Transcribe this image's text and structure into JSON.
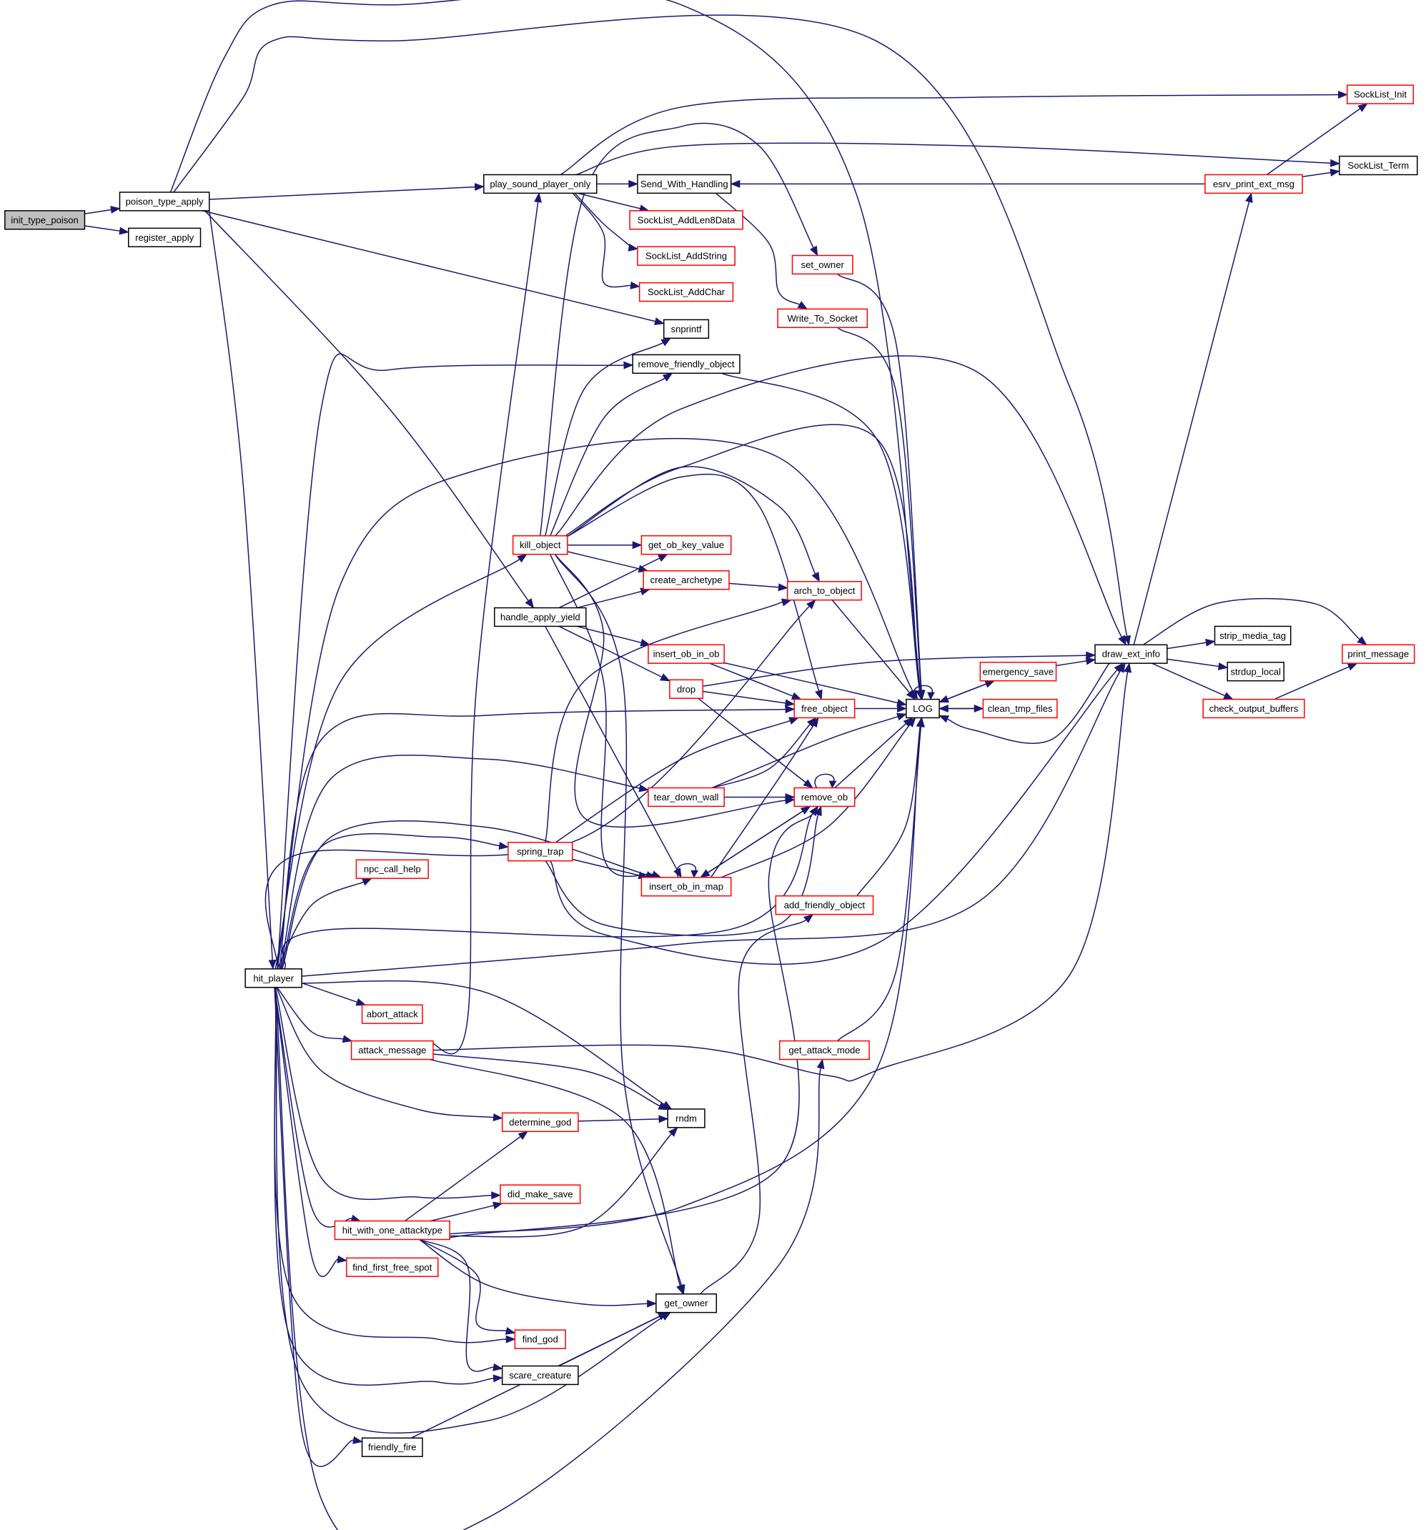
{
  "diagram": {
    "type": "call-graph",
    "root": "init_type_poison",
    "colors": {
      "edge": "#191970",
      "node_border": "#000000",
      "node_border_truncated": "#ff0000",
      "root_fill": "#bfbfbf",
      "background": "#ffffff"
    },
    "nodes": [
      {
        "id": "init_type_poison",
        "label": "init_type_poison",
        "style": "root"
      },
      {
        "id": "poison_type_apply",
        "label": "poison_type_apply",
        "style": "normal"
      },
      {
        "id": "register_apply",
        "label": "register_apply",
        "style": "normal"
      },
      {
        "id": "play_sound_player_only",
        "label": "play_sound_player_only",
        "style": "normal"
      },
      {
        "id": "Send_With_Handling",
        "label": "Send_With_Handling",
        "style": "normal"
      },
      {
        "id": "SockList_AddLen8Data",
        "label": "SockList_AddLen8Data",
        "style": "red"
      },
      {
        "id": "SockList_AddString",
        "label": "SockList_AddString",
        "style": "red"
      },
      {
        "id": "SockList_AddChar",
        "label": "SockList_AddChar",
        "style": "red"
      },
      {
        "id": "set_owner",
        "label": "set_owner",
        "style": "red"
      },
      {
        "id": "Write_To_Socket",
        "label": "Write_To_Socket",
        "style": "red"
      },
      {
        "id": "snprintf",
        "label": "snprintf",
        "style": "normal"
      },
      {
        "id": "remove_friendly_object",
        "label": "remove_friendly_object",
        "style": "normal"
      },
      {
        "id": "SockList_Init",
        "label": "SockList_Init",
        "style": "red"
      },
      {
        "id": "SockList_Term",
        "label": "SockList_Term",
        "style": "normal"
      },
      {
        "id": "esrv_print_ext_msg",
        "label": "esrv_print_ext_msg",
        "style": "red"
      },
      {
        "id": "kill_object",
        "label": "kill_object",
        "style": "red"
      },
      {
        "id": "get_ob_key_value",
        "label": "get_ob_key_value",
        "style": "red"
      },
      {
        "id": "create_archetype",
        "label": "create_archetype",
        "style": "red"
      },
      {
        "id": "arch_to_object",
        "label": "arch_to_object",
        "style": "red"
      },
      {
        "id": "handle_apply_yield",
        "label": "handle_apply_yield",
        "style": "normal"
      },
      {
        "id": "insert_ob_in_ob",
        "label": "insert_ob_in_ob",
        "style": "red"
      },
      {
        "id": "drop",
        "label": "drop",
        "style": "red"
      },
      {
        "id": "free_object",
        "label": "free_object",
        "style": "red"
      },
      {
        "id": "LOG",
        "label": "LOG",
        "style": "normal"
      },
      {
        "id": "emergency_save",
        "label": "emergency_save",
        "style": "red"
      },
      {
        "id": "clean_tmp_files",
        "label": "clean_tmp_files",
        "style": "red"
      },
      {
        "id": "draw_ext_info",
        "label": "draw_ext_info",
        "style": "normal"
      },
      {
        "id": "strip_media_tag",
        "label": "strip_media_tag",
        "style": "normal"
      },
      {
        "id": "strdup_local",
        "label": "strdup_local",
        "style": "normal"
      },
      {
        "id": "check_output_buffers",
        "label": "check_output_buffers",
        "style": "red"
      },
      {
        "id": "print_message",
        "label": "print_message",
        "style": "red"
      },
      {
        "id": "tear_down_wall",
        "label": "tear_down_wall",
        "style": "red"
      },
      {
        "id": "remove_ob",
        "label": "remove_ob",
        "style": "red"
      },
      {
        "id": "spring_trap",
        "label": "spring_trap",
        "style": "red"
      },
      {
        "id": "npc_call_help",
        "label": "npc_call_help",
        "style": "red"
      },
      {
        "id": "insert_ob_in_map",
        "label": "insert_ob_in_map",
        "style": "red"
      },
      {
        "id": "add_friendly_object",
        "label": "add_friendly_object",
        "style": "red"
      },
      {
        "id": "hit_player",
        "label": "hit_player",
        "style": "normal"
      },
      {
        "id": "abort_attack",
        "label": "abort_attack",
        "style": "red"
      },
      {
        "id": "attack_message",
        "label": "attack_message",
        "style": "red"
      },
      {
        "id": "get_attack_mode",
        "label": "get_attack_mode",
        "style": "red"
      },
      {
        "id": "determine_god",
        "label": "determine_god",
        "style": "red"
      },
      {
        "id": "rndm",
        "label": "rndm",
        "style": "normal"
      },
      {
        "id": "did_make_save",
        "label": "did_make_save",
        "style": "red"
      },
      {
        "id": "hit_with_one_attacktype",
        "label": "hit_with_one_attacktype",
        "style": "red"
      },
      {
        "id": "find_first_free_spot",
        "label": "find_first_free_spot",
        "style": "red"
      },
      {
        "id": "get_owner",
        "label": "get_owner",
        "style": "normal"
      },
      {
        "id": "find_god",
        "label": "find_god",
        "style": "red"
      },
      {
        "id": "scare_creature",
        "label": "scare_creature",
        "style": "normal"
      },
      {
        "id": "friendly_fire",
        "label": "friendly_fire",
        "style": "normal"
      }
    ],
    "edges": [
      [
        "init_type_poison",
        "poison_type_apply"
      ],
      [
        "init_type_poison",
        "register_apply"
      ],
      [
        "poison_type_apply",
        "play_sound_player_only"
      ],
      [
        "poison_type_apply",
        "snprintf"
      ],
      [
        "poison_type_apply",
        "handle_apply_yield"
      ],
      [
        "poison_type_apply",
        "hit_player"
      ],
      [
        "poison_type_apply",
        "LOG"
      ],
      [
        "poison_type_apply",
        "draw_ext_info"
      ],
      [
        "play_sound_player_only",
        "Send_With_Handling"
      ],
      [
        "play_sound_player_only",
        "SockList_AddLen8Data"
      ],
      [
        "play_sound_player_only",
        "SockList_AddString"
      ],
      [
        "play_sound_player_only",
        "SockList_AddChar"
      ],
      [
        "play_sound_player_only",
        "SockList_Init"
      ],
      [
        "play_sound_player_only",
        "SockList_Term"
      ],
      [
        "Send_With_Handling",
        "Write_To_Socket"
      ],
      [
        "esrv_print_ext_msg",
        "Send_With_Handling"
      ],
      [
        "esrv_print_ext_msg",
        "SockList_Init"
      ],
      [
        "esrv_print_ext_msg",
        "SockList_Term"
      ],
      [
        "set_owner",
        "LOG"
      ],
      [
        "Write_To_Socket",
        "LOG"
      ],
      [
        "remove_friendly_object",
        "LOG"
      ],
      [
        "kill_object",
        "snprintf"
      ],
      [
        "kill_object",
        "remove_friendly_object"
      ],
      [
        "kill_object",
        "get_ob_key_value"
      ],
      [
        "kill_object",
        "create_archetype"
      ],
      [
        "kill_object",
        "arch_to_object"
      ],
      [
        "kill_object",
        "free_object"
      ],
      [
        "kill_object",
        "LOG"
      ],
      [
        "kill_object",
        "draw_ext_info"
      ],
      [
        "kill_object",
        "remove_ob"
      ],
      [
        "kill_object",
        "insert_ob_in_map"
      ],
      [
        "kill_object",
        "get_owner"
      ],
      [
        "kill_object",
        "set_owner"
      ],
      [
        "handle_apply_yield",
        "get_ob_key_value"
      ],
      [
        "handle_apply_yield",
        "create_archetype"
      ],
      [
        "handle_apply_yield",
        "insert_ob_in_ob"
      ],
      [
        "handle_apply_yield",
        "drop"
      ],
      [
        "handle_apply_yield",
        "insert_ob_in_map"
      ],
      [
        "create_archetype",
        "arch_to_object"
      ],
      [
        "arch_to_object",
        "LOG"
      ],
      [
        "insert_ob_in_ob",
        "LOG"
      ],
      [
        "insert_ob_in_ob",
        "free_object"
      ],
      [
        "drop",
        "free_object"
      ],
      [
        "drop",
        "remove_ob"
      ],
      [
        "drop",
        "draw_ext_info"
      ],
      [
        "free_object",
        "LOG"
      ],
      [
        "LOG",
        "LOG"
      ],
      [
        "LOG",
        "emergency_save"
      ],
      [
        "LOG",
        "clean_tmp_files"
      ],
      [
        "emergency_save",
        "LOG"
      ],
      [
        "emergency_save",
        "draw_ext_info"
      ],
      [
        "clean_tmp_files",
        "LOG"
      ],
      [
        "draw_ext_info",
        "LOG"
      ],
      [
        "draw_ext_info",
        "esrv_print_ext_msg"
      ],
      [
        "draw_ext_info",
        "strip_media_tag"
      ],
      [
        "draw_ext_info",
        "strdup_local"
      ],
      [
        "draw_ext_info",
        "check_output_buffers"
      ],
      [
        "draw_ext_info",
        "print_message"
      ],
      [
        "check_output_buffers",
        "print_message"
      ],
      [
        "tear_down_wall",
        "remove_ob"
      ],
      [
        "tear_down_wall",
        "free_object"
      ],
      [
        "tear_down_wall",
        "LOG"
      ],
      [
        "remove_ob",
        "remove_ob"
      ],
      [
        "remove_ob",
        "LOG"
      ],
      [
        "remove_ob",
        "insert_ob_in_map"
      ],
      [
        "spring_trap",
        "insert_ob_in_map"
      ],
      [
        "spring_trap",
        "arch_to_object"
      ],
      [
        "spring_trap",
        "free_object"
      ],
      [
        "spring_trap",
        "remove_ob"
      ],
      [
        "spring_trap",
        "draw_ext_info"
      ],
      [
        "insert_ob_in_map",
        "insert_ob_in_map"
      ],
      [
        "insert_ob_in_map",
        "LOG"
      ],
      [
        "insert_ob_in_map",
        "remove_ob"
      ],
      [
        "insert_ob_in_map",
        "free_object"
      ],
      [
        "add_friendly_object",
        "LOG"
      ],
      [
        "get_attack_mode",
        "LOG"
      ],
      [
        "hit_player",
        "remove_friendly_object"
      ],
      [
        "hit_player",
        "kill_object"
      ],
      [
        "hit_player",
        "free_object"
      ],
      [
        "hit_player",
        "tear_down_wall"
      ],
      [
        "hit_player",
        "spring_trap"
      ],
      [
        "hit_player",
        "npc_call_help"
      ],
      [
        "hit_player",
        "insert_ob_in_map"
      ],
      [
        "hit_player",
        "remove_ob"
      ],
      [
        "hit_player",
        "draw_ext_info"
      ],
      [
        "hit_player",
        "LOG"
      ],
      [
        "hit_player",
        "abort_attack"
      ],
      [
        "hit_player",
        "attack_message"
      ],
      [
        "hit_player",
        "rndm"
      ],
      [
        "hit_player",
        "determine_god"
      ],
      [
        "hit_player",
        "did_make_save"
      ],
      [
        "hit_player",
        "hit_with_one_attacktype"
      ],
      [
        "hit_player",
        "find_first_free_spot"
      ],
      [
        "hit_player",
        "get_owner"
      ],
      [
        "hit_player",
        "find_god"
      ],
      [
        "hit_player",
        "scare_creature"
      ],
      [
        "hit_player",
        "friendly_fire"
      ],
      [
        "hit_player",
        "get_attack_mode"
      ],
      [
        "hit_player",
        "arch_to_object"
      ],
      [
        "attack_message",
        "play_sound_player_only"
      ],
      [
        "attack_message",
        "rndm"
      ],
      [
        "attack_message",
        "get_owner"
      ],
      [
        "attack_message",
        "draw_ext_info"
      ],
      [
        "determine_god",
        "rndm"
      ],
      [
        "hit_with_one_attacktype",
        "determine_god"
      ],
      [
        "hit_with_one_attacktype",
        "did_make_save"
      ],
      [
        "hit_with_one_attacktype",
        "rndm"
      ],
      [
        "hit_with_one_attacktype",
        "get_owner"
      ],
      [
        "hit_with_one_attacktype",
        "find_god"
      ],
      [
        "hit_with_one_attacktype",
        "scare_creature"
      ],
      [
        "hit_with_one_attacktype",
        "remove_ob"
      ],
      [
        "hit_with_one_attacktype",
        "LOG"
      ],
      [
        "get_owner",
        "add_friendly_object"
      ],
      [
        "scare_creature",
        "get_owner"
      ],
      [
        "friendly_fire",
        "get_owner"
      ]
    ]
  }
}
